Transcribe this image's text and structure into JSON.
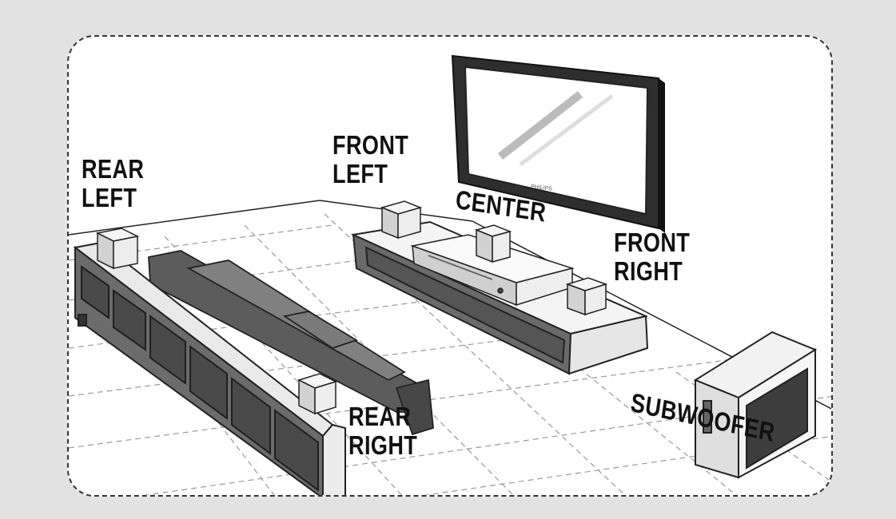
{
  "labels": {
    "rear_left": {
      "line1": "REAR",
      "line2": "LEFT"
    },
    "front_left": {
      "line1": "FRONT",
      "line2": "LEFT"
    },
    "center": "CENTER",
    "front_right": {
      "line1": "FRONT",
      "line2": "RIGHT"
    },
    "rear_right": {
      "line1": "REAR",
      "line2": "RIGHT"
    },
    "subwoofer": "SUBWOOFER"
  },
  "tv_brand": "PHILIPS",
  "colors": {
    "background": "#e2e2e2",
    "panel": "#ffffff",
    "outline": "#222222",
    "cabinet_dark": "#4d4d4d",
    "sofa": "#6f6f6f",
    "floor_grid": "#aaaaaa"
  }
}
